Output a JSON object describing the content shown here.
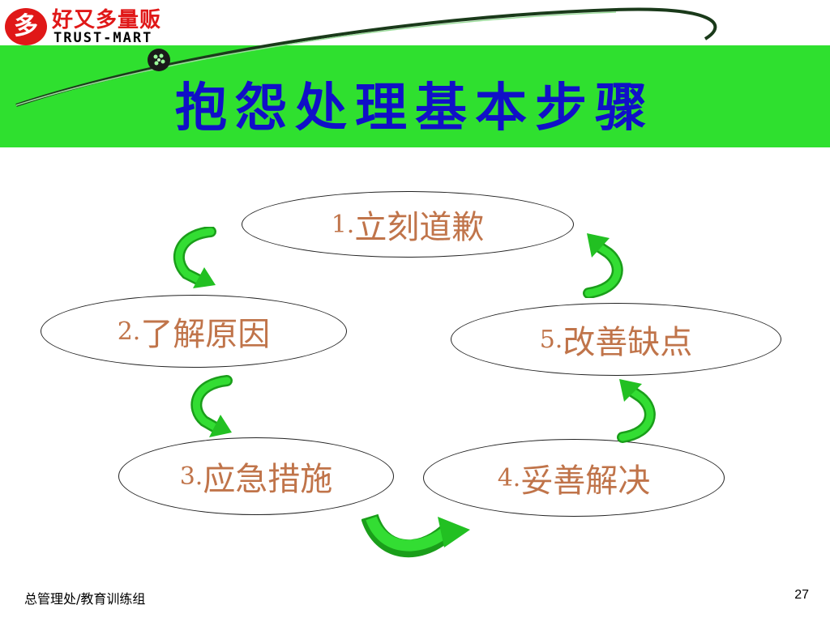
{
  "logo": {
    "mark": "多",
    "chinese": "好又多量贩",
    "english": "TRUST-MART"
  },
  "title": "抱怨处理基本步骤",
  "steps": [
    {
      "num": "1.",
      "text": "立刻道歉"
    },
    {
      "num": "2.",
      "text": "了解原因"
    },
    {
      "num": "3.",
      "text": "应急措施"
    },
    {
      "num": "4.",
      "text": "妥善解决"
    },
    {
      "num": "5.",
      "text": "改善缺点"
    }
  ],
  "footer": {
    "department": "总管理处/教育训练组",
    "page_number": "27"
  },
  "colors": {
    "banner": "#2fe02f",
    "title": "#1010c8",
    "step_text": "#c0744a",
    "arrow": "#22cc22",
    "logo_red": "#e01818"
  }
}
